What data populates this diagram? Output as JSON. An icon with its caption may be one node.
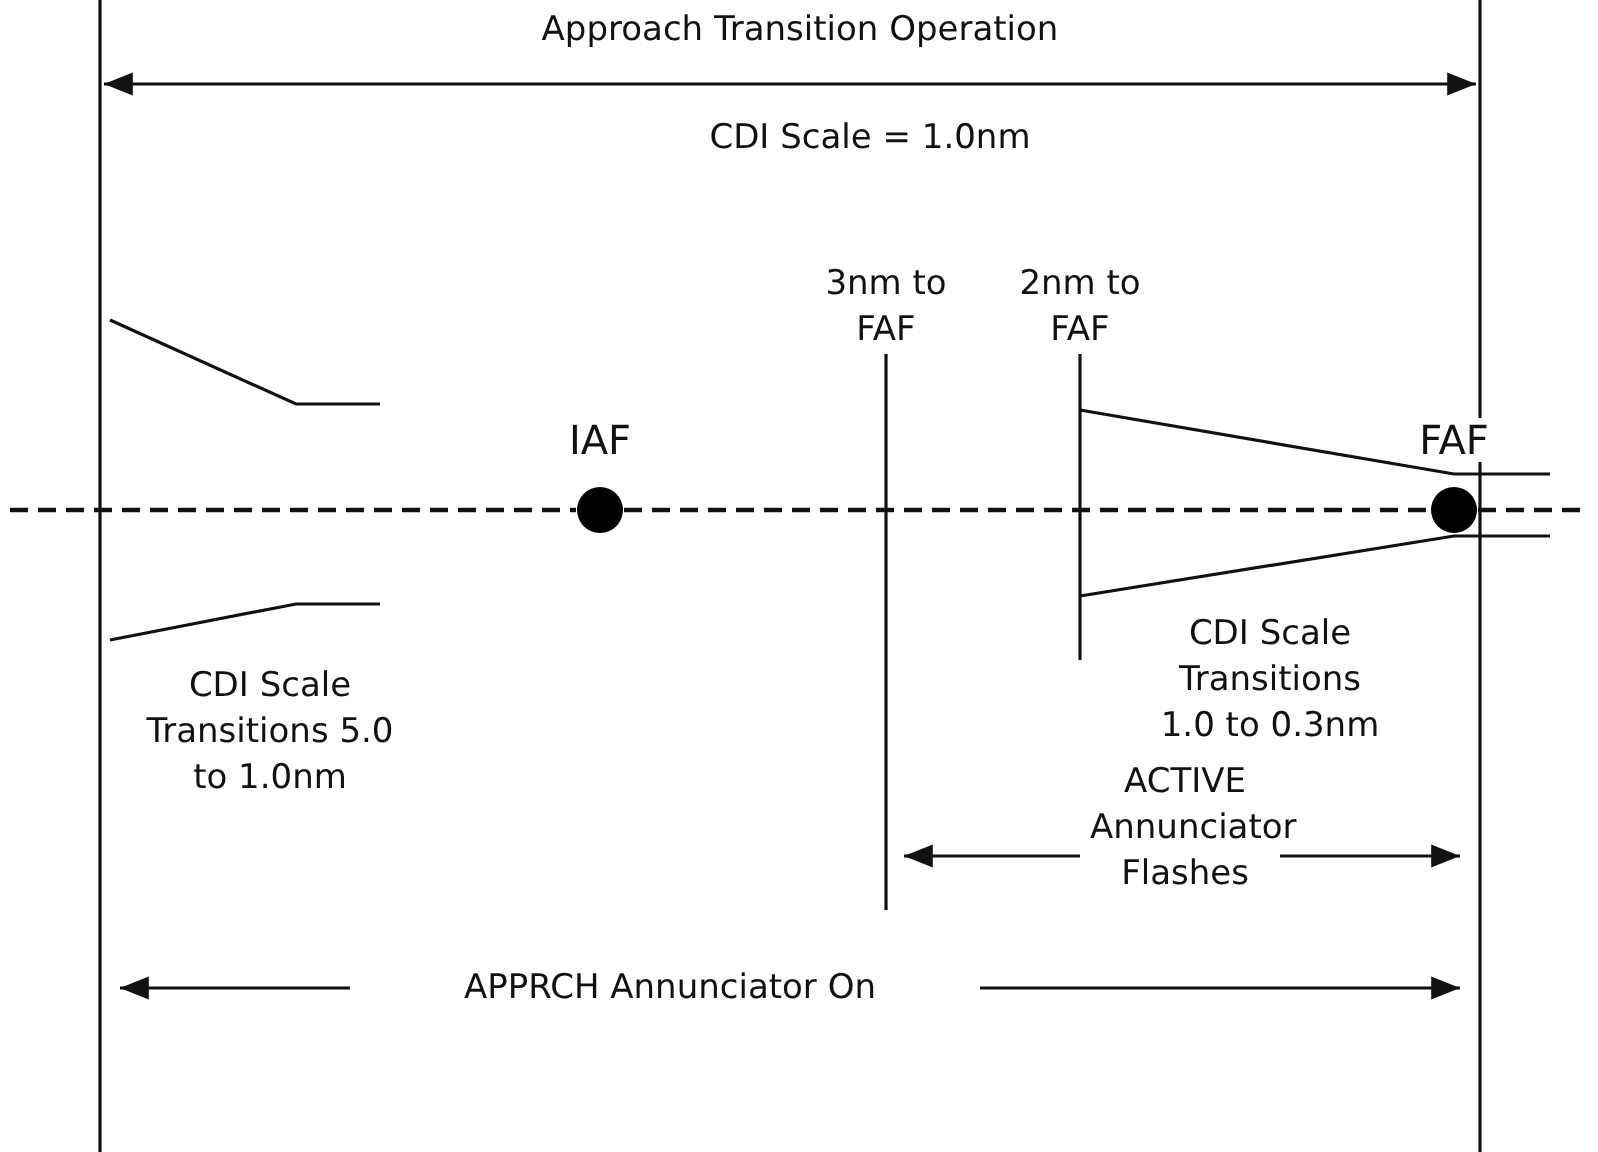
{
  "diagram": {
    "title": "Approach Transition Operation",
    "nodes": [
      {
        "text": [
          "IAF"
        ]
      },
      {
        "text": [
          "FAF"
        ]
      }
    ],
    "edges": [
      {
        "from": null,
        "to": 0,
        "arrow": "none",
        "style": "dashed"
      },
      {
        "from": 0,
        "to": 1,
        "arrow": "none",
        "style": "dashed"
      },
      {
        "from": 1,
        "to": null,
        "arrow": "none",
        "style": "dashed"
      }
    ],
    "labels": [
      "CDI Scale = 1.0nm",
      "3nm to FAF",
      "2nm to FAF",
      "CDI Scale Transitions 5.0 to 1.0nm",
      "CDI Scale Transitions 1.0 to 0.3nm",
      "ACTIVE Annunciator Flashes",
      "APPRCH Annunciator On"
    ]
  }
}
